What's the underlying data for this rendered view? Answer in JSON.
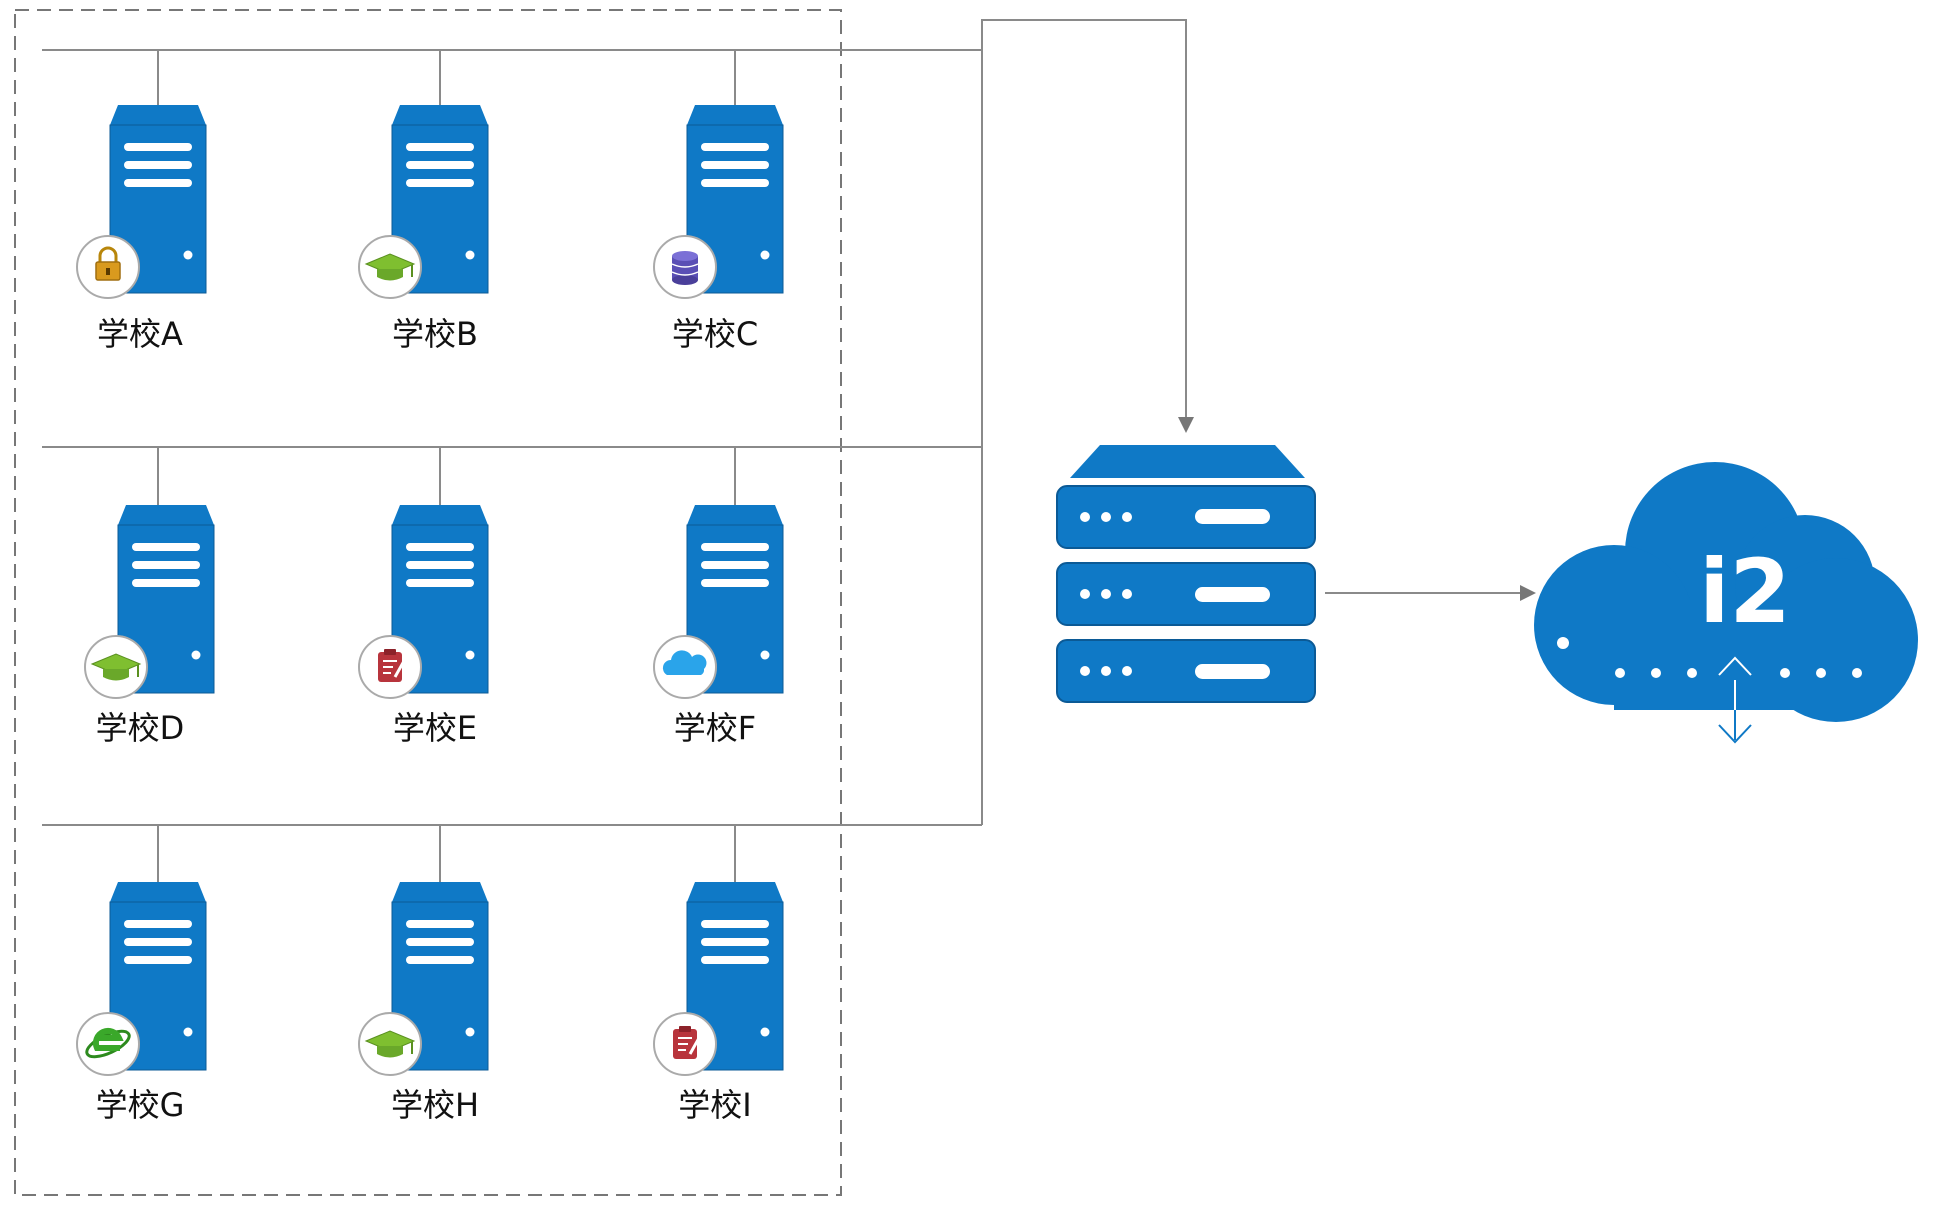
{
  "diagram": {
    "colors": {
      "server_blue": "#0f79c6",
      "server_dark": "#0b5a96",
      "server_light": "#ffffff",
      "line": "#777777",
      "dashed_border": "#777777",
      "cloud_blue": "#0f79c6",
      "badge_bg": "#ffffff",
      "badge_border": "#aaaaaa"
    },
    "schools": [
      {
        "label": "学校A",
        "icon": "lock-icon"
      },
      {
        "label": "学校B",
        "icon": "graduation-cap-icon"
      },
      {
        "label": "学校C",
        "icon": "database-icon"
      },
      {
        "label": "学校D",
        "icon": "graduation-cap-icon"
      },
      {
        "label": "学校E",
        "icon": "clipboard-icon"
      },
      {
        "label": "学校F",
        "icon": "cloud-icon"
      },
      {
        "label": "学校G",
        "icon": "browser-icon"
      },
      {
        "label": "学校H",
        "icon": "graduation-cap-icon"
      },
      {
        "label": "学校I",
        "icon": "clipboard-icon"
      }
    ],
    "central_server": {
      "icon": "rack-server-icon"
    },
    "cloud": {
      "label": "i2",
      "icon": "cloud-upload-download-icon"
    }
  }
}
